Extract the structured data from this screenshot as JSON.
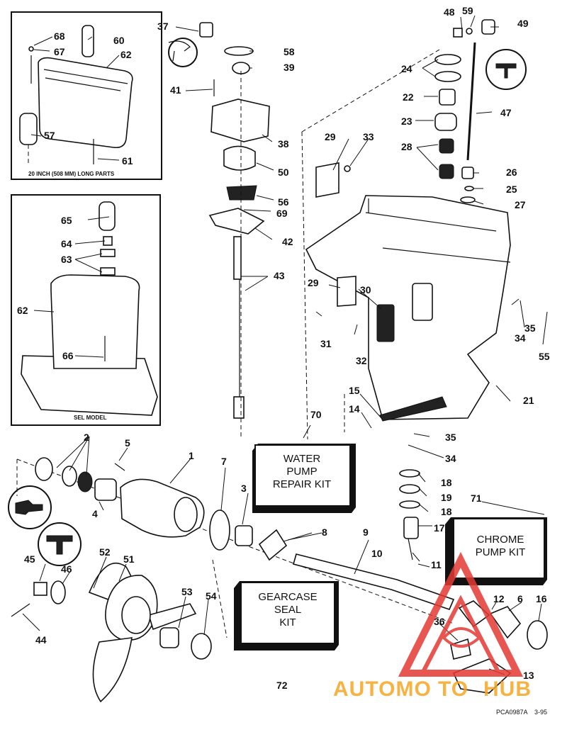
{
  "diagram": {
    "inset_top_caption": "20 INCH (508 MM) LONG PARTS",
    "inset_bottom_caption": "SEL MODEL",
    "kits": {
      "water_pump": [
        "WATER",
        "PUMP",
        "REPAIR KIT"
      ],
      "chrome_pump": [
        "CHROME",
        "PUMP KIT"
      ],
      "gearcase_seal": [
        "GEARCASE",
        "SEAL",
        "KIT"
      ]
    },
    "page_number": "72",
    "footer_code": "PCA0987A",
    "footer_date": "3-95",
    "watermark": [
      "AUTOMO",
      "TO",
      "HUB"
    ],
    "colors": {
      "watermark_red": "#e53935",
      "watermark_orange": "#f5a623",
      "ink": "#111111"
    },
    "callouts": {
      "c1": "1",
      "c2": "2",
      "c3": "3",
      "c4": "4",
      "c5": "5",
      "c6": "6",
      "c7": "7",
      "c8": "8",
      "c9": "9",
      "c10": "10",
      "c11": "11",
      "c12": "12",
      "c13": "13",
      "c14": "14",
      "c15": "15",
      "c16": "16",
      "c17": "17",
      "c18a": "18",
      "c18b": "18",
      "c19": "19",
      "c21": "21",
      "c22": "22",
      "c23": "23",
      "c24": "24",
      "c25": "25",
      "c26": "26",
      "c27": "27",
      "c28": "28",
      "c29a": "29",
      "c29b": "29",
      "c30": "30",
      "c31": "31",
      "c32": "32",
      "c33": "33",
      "c34a": "34",
      "c34b": "34",
      "c35a": "35",
      "c35b": "35",
      "c36": "36",
      "c37": "37",
      "c38": "38",
      "c39": "39",
      "c41": "41",
      "c42": "42",
      "c43": "43",
      "c44": "44",
      "c45": "45",
      "c46": "46",
      "c47": "47",
      "c48": "48",
      "c49": "49",
      "c50": "50",
      "c51": "51",
      "c52": "52",
      "c53": "53",
      "c54": "54",
      "c55": "55",
      "c56": "56",
      "c57": "57",
      "c58": "58",
      "c59": "59",
      "c60": "60",
      "c61": "61",
      "c62a": "62",
      "c62b": "62",
      "c63": "63",
      "c64": "64",
      "c65": "65",
      "c66": "66",
      "c67": "67",
      "c68": "68",
      "c69": "69",
      "c70": "70",
      "c71": "71"
    }
  }
}
